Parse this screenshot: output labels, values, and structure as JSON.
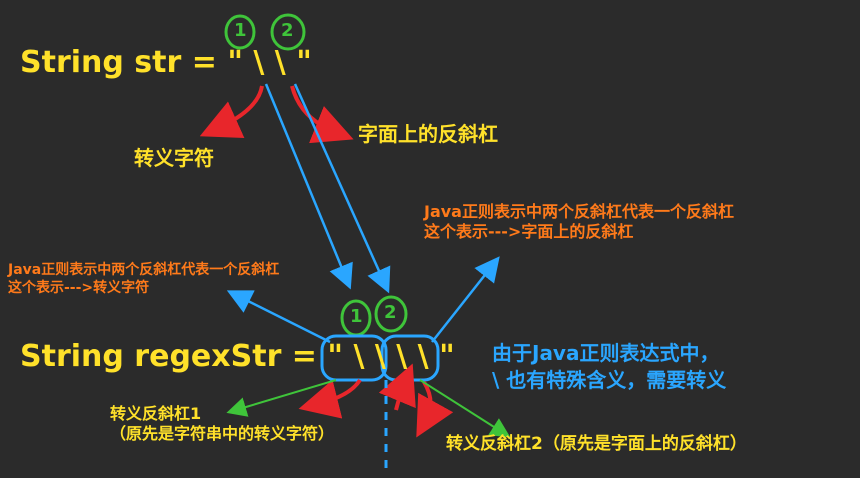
{
  "code": {
    "top": "String str = \" \\ \\ \"",
    "bottom": "String regexStr = \" \\ \\ \\ \\ \""
  },
  "markers": {
    "one": "1",
    "two": "2"
  },
  "labels": {
    "escape_char": "转义字符",
    "literal_backslash": "字面上的反斜杠",
    "left_note": {
      "line1": "Java正则表示中两个反斜杠代表一个反斜杠",
      "line2": "这个表示--->转义字符"
    },
    "right_note": {
      "line1": "Java正则表示中两个反斜杠代表一个反斜杠",
      "line2": "这个表示--->字面上的反斜杠"
    },
    "regex_explain": {
      "line1": "由于Java正则表达式中，",
      "line2": "\\ 也有特殊含义，需要转义"
    },
    "escape_backslash_1": {
      "line1": "转义反斜杠1",
      "line2": "（原先是字符串中的转义字符）"
    },
    "escape_backslash_2": "转义反斜杠2（原先是字面上的反斜杠）"
  },
  "colors": {
    "background": "#2b2b2b",
    "yellow": "#ffe12a",
    "orange": "#ff7a1a",
    "blue": "#2aa6ff",
    "red": "#e8262b",
    "green": "#3fc43a"
  }
}
